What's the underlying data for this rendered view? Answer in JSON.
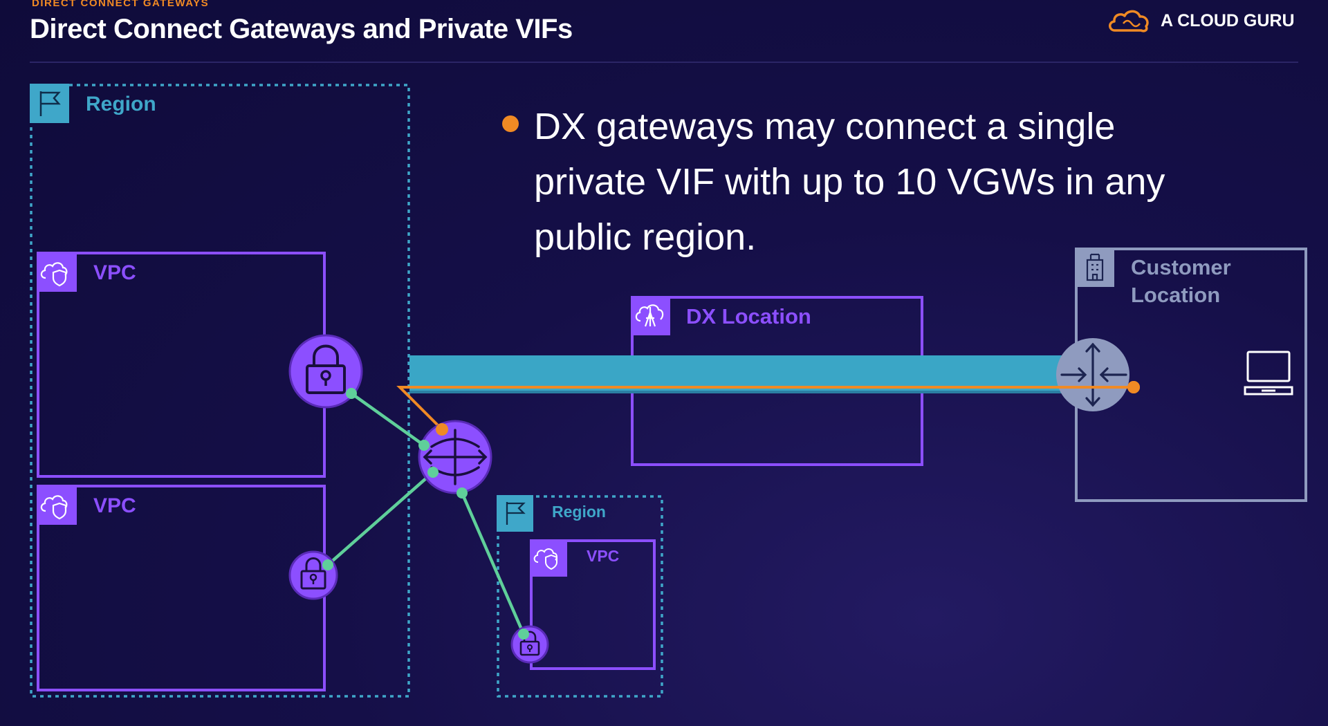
{
  "header": {
    "eyebrow": "DIRECT CONNECT GATEWAYS",
    "title": "Direct Connect Gateways and Private VIFs",
    "brand": "A CLOUD GURU"
  },
  "bullet": {
    "text": "DX gateways may connect a single private VIF with up to 10 VGWs in any public region."
  },
  "diagram": {
    "region_main_label": "Region",
    "vpc_top_label": "VPC",
    "vpc_bottom_label": "VPC",
    "region_small_label": "Region",
    "vpc_small_label": "VPC",
    "dx_location_label": "DX Location",
    "customer_label_line1": "Customer",
    "customer_label_line2": "Location"
  },
  "colors": {
    "background": "#150f48",
    "accent_orange": "#f08a24",
    "region_teal": "#3fa7c9",
    "vpc_purple": "#8c4fff",
    "connection_green": "#5fcf9a",
    "dx_bar": "#3aa6c6",
    "customer_gray": "#8f9bbf"
  },
  "icons": [
    "cloud-logo-icon",
    "flag-icon",
    "cloud-shield-icon",
    "lock-icon",
    "dx-gateway-icon",
    "dx-location-icon",
    "building-icon",
    "router-icon",
    "laptop-icon"
  ]
}
